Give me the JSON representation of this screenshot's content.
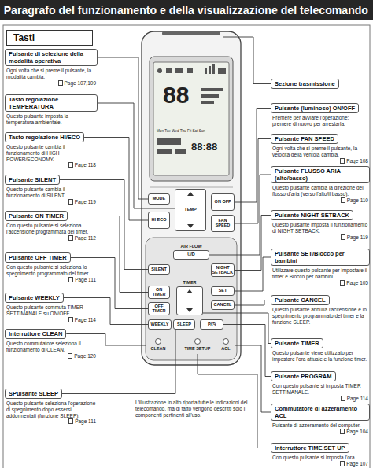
{
  "diagram": {
    "title": "Paragrafo del funzionamento e della visualizzazione del telecomando",
    "nodes": [
      {
        "text": [
          "Tasti"
        ]
      },
      {
        "text": [
          "Pulsante di selezione della modalità operativa",
          "Ogni volta che si preme il pulsante, la modalità cambia.",
          "Page 107,109"
        ]
      },
      {
        "text": [
          "Tasto regolazione TEMPERATURA",
          "Questo pulsante imposta la temperatura ambientale."
        ]
      },
      {
        "text": [
          "Tasto regolazione HI/ECO",
          "Questo pulsante cambia il funzionamento di HIGH POWER/ECONOMY.",
          "Page 118"
        ]
      },
      {
        "text": [
          "Pulsante SILENT",
          "Questo pulsante cambia il funzionamento di SILENT.",
          "Page 119"
        ]
      },
      {
        "text": [
          "Pulsante ON TIMER",
          "Con questo pulsante si seleziona l'accensione programmata del timer.",
          "Page 112"
        ]
      },
      {
        "text": [
          "Pulsante OFF TIMER",
          "Con questo pulsante si seleziona lo spegnimento programmato del timer.",
          "Page 111"
        ]
      },
      {
        "text": [
          "Pulsante WEEKLY",
          "Questo pulsante commuta TIMER SETTIMANALE su ON/OFF.",
          "Page 114"
        ]
      },
      {
        "text": [
          "Interruttore CLEAN",
          "Questo commutatore seleziona il funzionamento di CLEAN.",
          "Page 120"
        ]
      },
      {
        "text": [
          "SPulsante SLEEP",
          "Questo pulsante seleziona l'operazione di spegnimento dopo essersi addormentati (funzione SLEEP).",
          "Page 111"
        ]
      },
      {
        "text": [
          "Sezione trasmissione"
        ]
      },
      {
        "text": [
          "Pulsante (luminoso) ON/OFF",
          "Premere per avviare l'operazione; premere di nuovo per arrestarla."
        ]
      },
      {
        "text": [
          "Pulsante FAN SPEED",
          "Ogni volta che si preme il pulsante, la velocità della ventola cambia.",
          "Page 108"
        ]
      },
      {
        "text": [
          "Pulsante FLUSSO ARIA (alto/basso)",
          "Questo pulsante cambia la direzione del flusso d'aria (verso l'alto/il basso).",
          "Page 110"
        ]
      },
      {
        "text": [
          "Pulsante NIGHT SETBACK",
          "Questo pulsante imposta il funzionamento di NIGHT SETBACK.",
          "Page 119"
        ]
      },
      {
        "text": [
          "Pulsante SET/Blocco per bambini",
          "Utilizzare questo pulsante per impostare il timer e Blocco per bambini.",
          "Page 105"
        ]
      },
      {
        "text": [
          "Pulsante CANCEL",
          "Questo pulsante annulla l'accensione e lo spegnimento programmato del timer e la funzione SLEEP."
        ]
      },
      {
        "text": [
          "Pulsante TIMER",
          "Questo pulsante viene utilizzato per impostare l'ora attuale e la funzione timer."
        ]
      },
      {
        "text": [
          "Pulsante PROGRAM",
          "Con questo pulsante si imposta TIMER SETTIMANALE.",
          "Page 114"
        ]
      },
      {
        "text": [
          "Commutatore di azzeramento ACL",
          "Pulsante di azzeramento del computer.",
          "Page 104"
        ]
      },
      {
        "text": [
          "Interruttore TIME SET UP",
          "Con questo pulsante si imposta l'ora.",
          "Page 107"
        ]
      },
      {
        "text": [
          "MODE"
        ]
      },
      {
        "text": [
          "TEMP"
        ]
      },
      {
        "text": [
          "HI ECO"
        ]
      },
      {
        "text": [
          "ON OFF"
        ]
      },
      {
        "text": [
          "FAN SPEED"
        ]
      },
      {
        "text": [
          "AIR FLOW",
          "U/D"
        ]
      },
      {
        "text": [
          "SILENT"
        ]
      },
      {
        "text": [
          "NIGHT SETBACK"
        ]
      },
      {
        "text": [
          "ON TIMER"
        ]
      },
      {
        "text": [
          "OFF TIMER"
        ]
      },
      {
        "text": [
          "TIMER"
        ]
      },
      {
        "text": [
          "SET"
        ]
      },
      {
        "text": [
          "CANCEL"
        ]
      },
      {
        "text": [
          "WEEKLY"
        ]
      },
      {
        "text": [
          "SLEEP"
        ]
      },
      {
        "text": [
          "P/◷"
        ]
      },
      {
        "text": [
          "CLEAN"
        ]
      },
      {
        "text": [
          "TIME SETUP"
        ]
      },
      {
        "text": [
          "ACL"
        ]
      }
    ],
    "edges": [
      {
        "from": 1,
        "to": 21,
        "arrow": "none"
      },
      {
        "from": 2,
        "to": 22,
        "arrow": "none"
      },
      {
        "from": 3,
        "to": 23,
        "arrow": "none"
      },
      {
        "from": 4,
        "to": 27,
        "arrow": "none"
      },
      {
        "from": 5,
        "to": 29,
        "arrow": "none"
      },
      {
        "from": 6,
        "to": 30,
        "arrow": "none"
      },
      {
        "from": 7,
        "to": 34,
        "arrow": "none"
      },
      {
        "from": 8,
        "to": 37,
        "arrow": "none"
      },
      {
        "from": 9,
        "to": 35,
        "arrow": "none"
      },
      {
        "from": 11,
        "to": 24,
        "arrow": "none"
      },
      {
        "from": 12,
        "to": 25,
        "arrow": "none"
      },
      {
        "from": 13,
        "to": 26,
        "arrow": "none"
      },
      {
        "from": 14,
        "to": 28,
        "arrow": "none"
      },
      {
        "from": 15,
        "to": 32,
        "arrow": "none"
      },
      {
        "from": 16,
        "to": 33,
        "arrow": "none"
      },
      {
        "from": 17,
        "to": 31,
        "arrow": "none"
      },
      {
        "from": 18,
        "to": 36,
        "arrow": "none"
      },
      {
        "from": 19,
        "to": 39,
        "arrow": "none"
      },
      {
        "from": 20,
        "to": 38,
        "arrow": "none"
      }
    ],
    "labels": [
      "88",
      "88:88",
      "Mon Tue Wed Thu Fri Sat Sun",
      "L'illustrazione in alto riporta tutte le indicazioni del telecomando, ma di fatto vengono descritti solo i componenti pertinenti all'uso."
    ]
  }
}
